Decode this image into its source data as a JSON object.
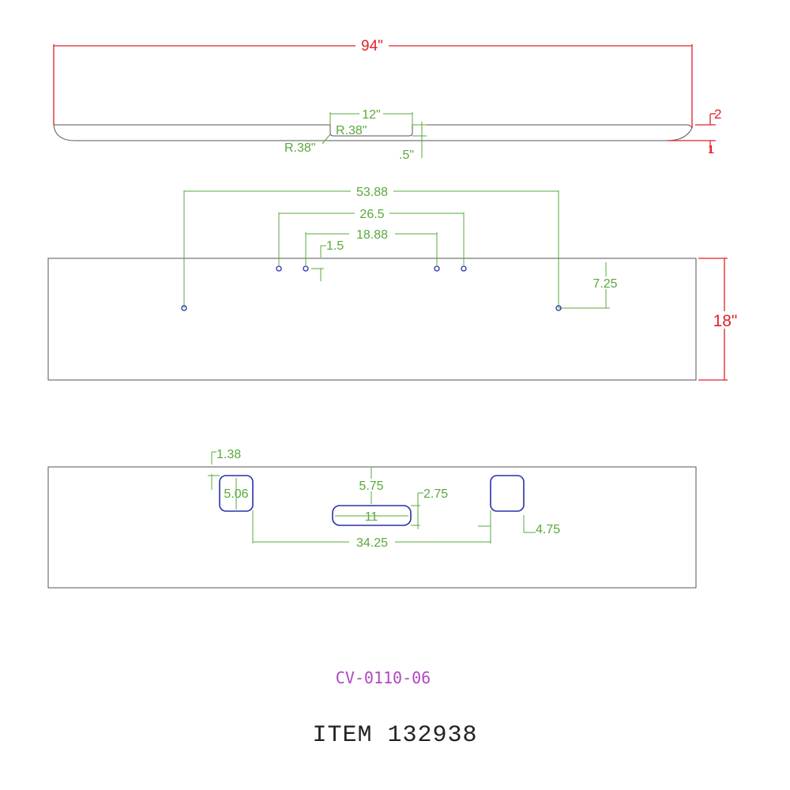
{
  "top_view": {
    "overall_length": "94\"",
    "notch_width": "12\"",
    "notch_radius_inner": "R.38\"",
    "notch_radius_outer": "R.38\"",
    "notch_depth": ".5\"",
    "end_rise": "2",
    "end_base": "1"
  },
  "front_view": {
    "outer_holes_spacing": "53.88",
    "middle_holes_spacing": "26.5",
    "inner_holes_spacing": "18.88",
    "hole_offset": "1.5",
    "outer_hole_drop": "7.25",
    "height": "18\""
  },
  "cutout_view": {
    "corner_offset": "1.38",
    "square_height": "5.06",
    "slot_top_offset": "5.75",
    "slot_height": "2.75",
    "slot_width": "11",
    "square_spacing": "34.25",
    "square_size": "4.75"
  },
  "part_number": "CV-0110-06",
  "item_label": "ITEM 132938"
}
